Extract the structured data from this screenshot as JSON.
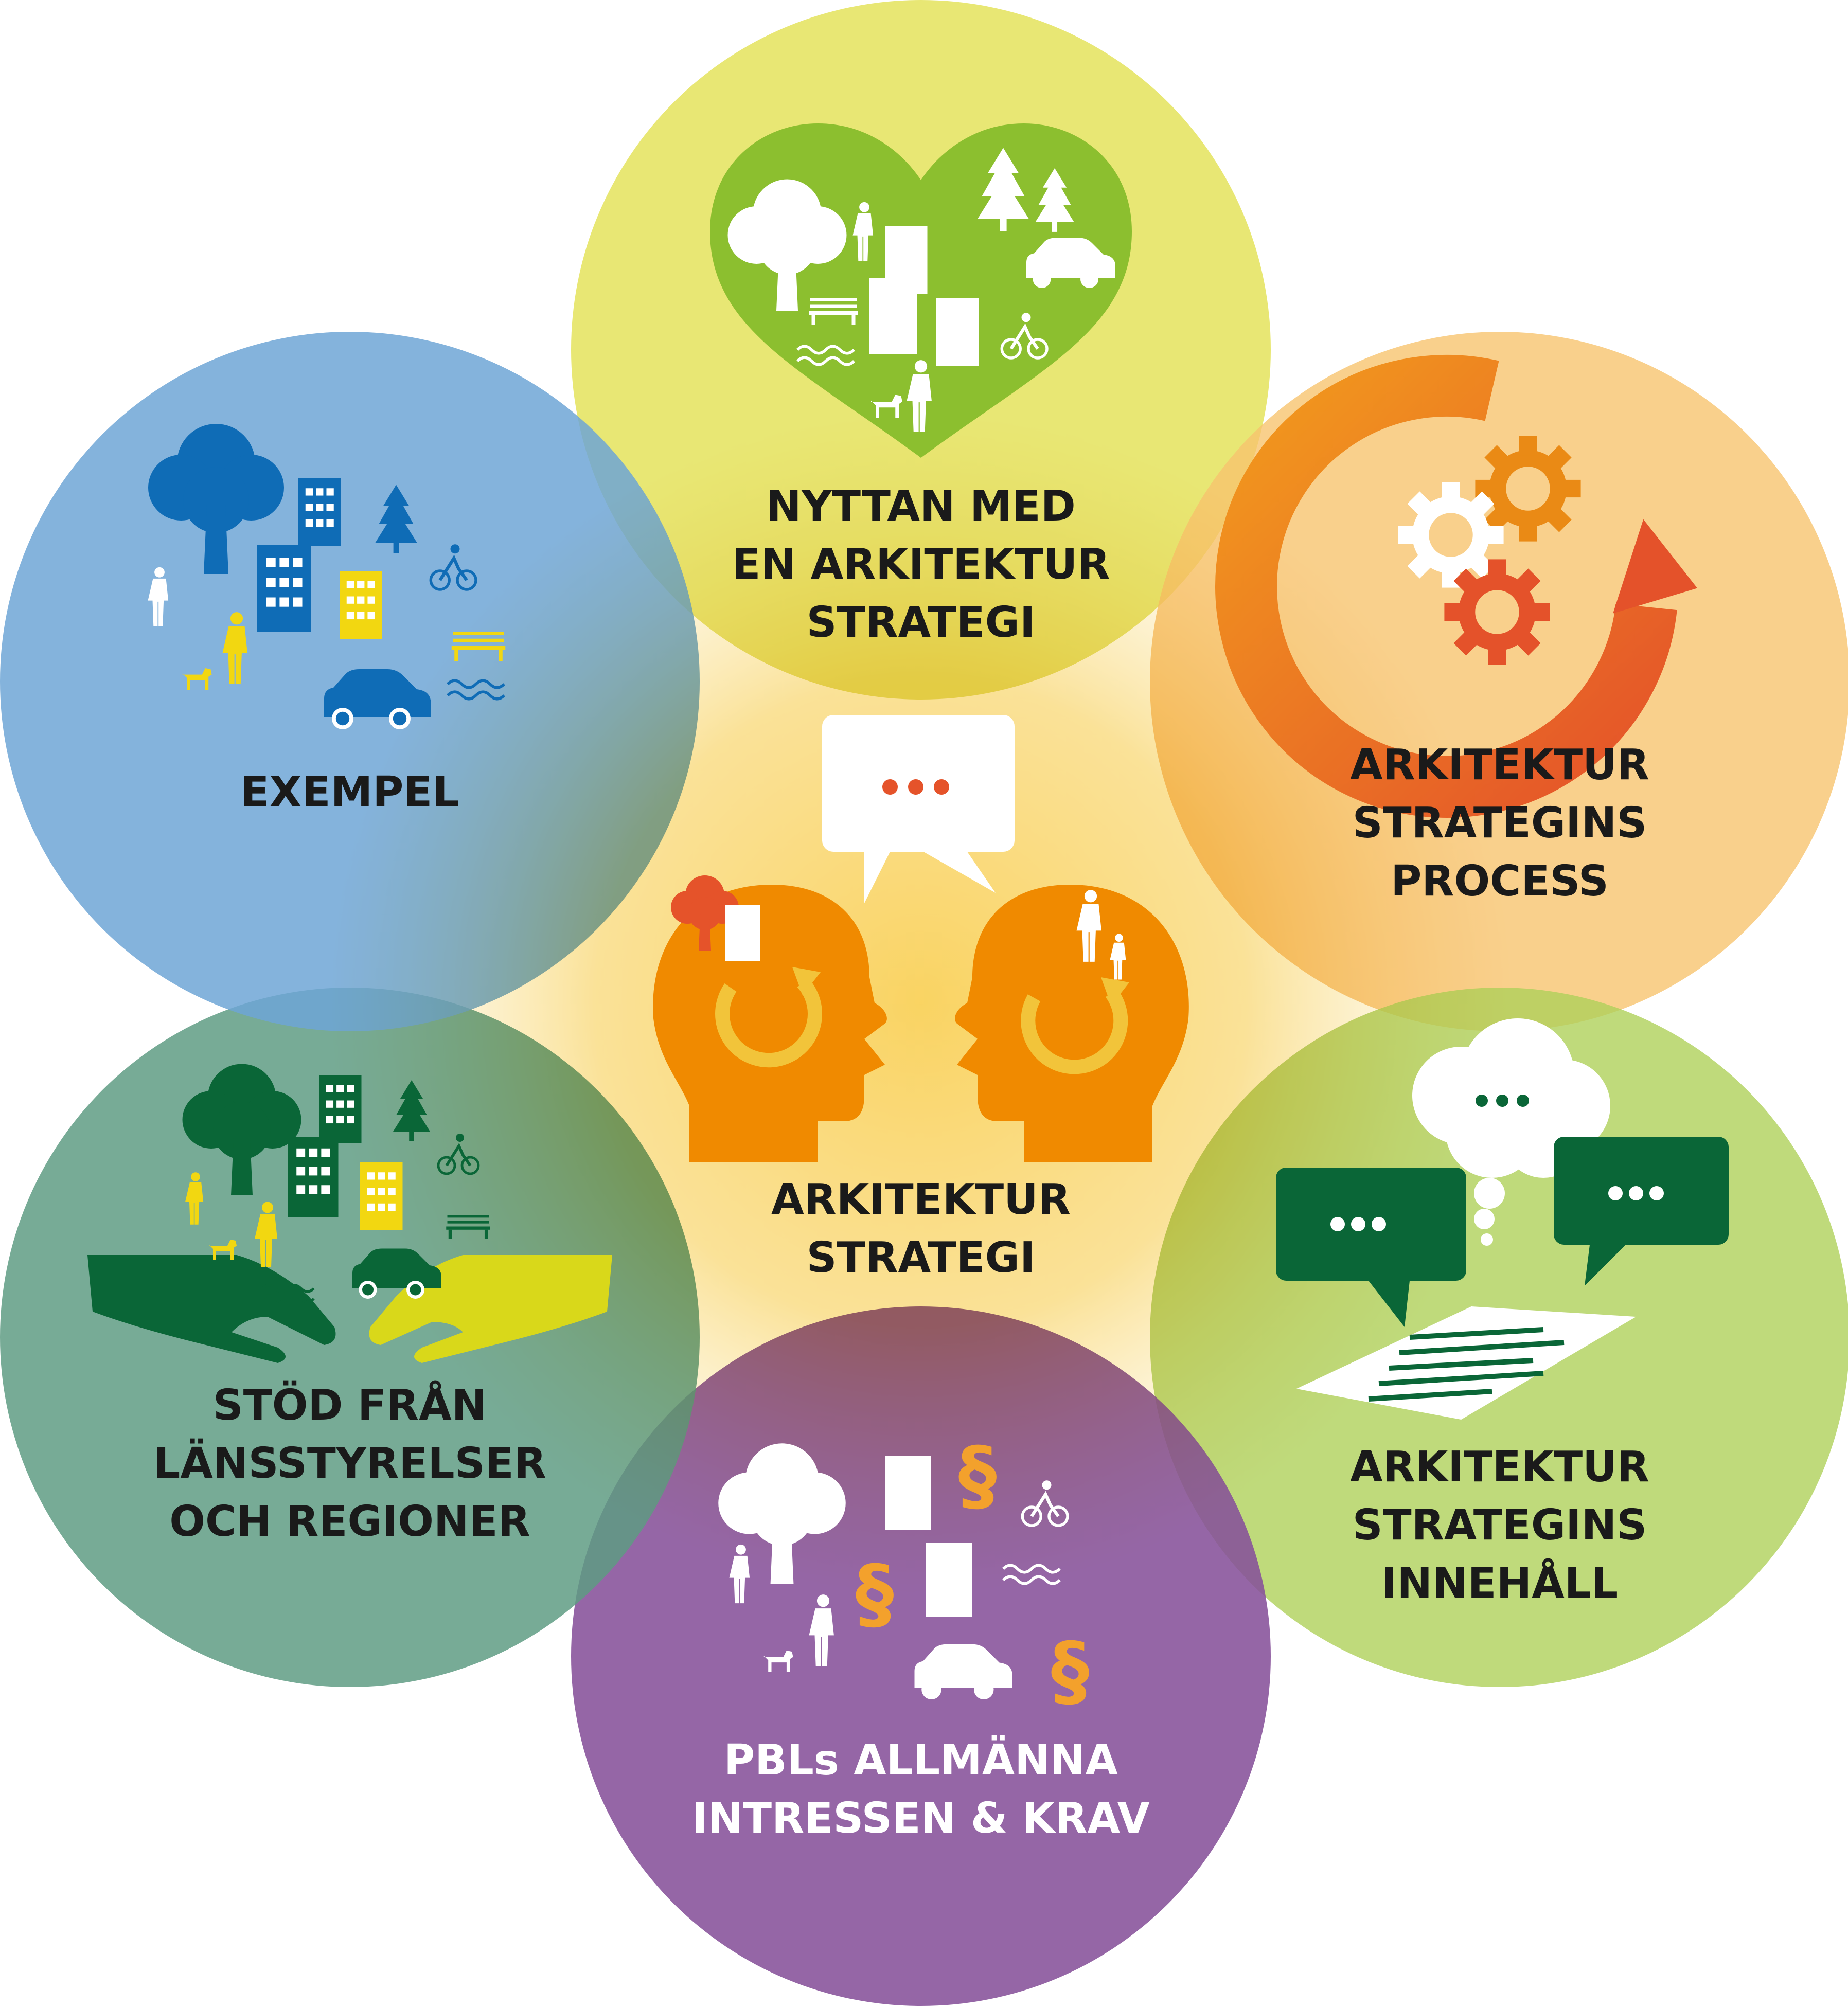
{
  "center": {
    "line1": "ARKITEKTUR",
    "line2": "STRATEGI"
  },
  "top": {
    "line1": "NYTTAN MED",
    "line2": "EN ARKITEKTUR",
    "line3": "STRATEGI"
  },
  "upper_right": {
    "line1": "ARKITEKTUR",
    "line2": "STRATEGINS",
    "line3": "PROCESS"
  },
  "lower_right": {
    "line1": "ARKITEKTUR",
    "line2": "STRATEGINS",
    "line3": "INNEHÅLL"
  },
  "bottom": {
    "line1": "PBLs ALLMÄNNA",
    "line2": "INTRESSEN & KRAV"
  },
  "lower_left": {
    "line1": "STÖD FRÅN",
    "line2": "LÄNSSTYRELSER",
    "line3": "OCH REGIONER"
  },
  "upper_left": {
    "line1": "EXEMPEL"
  },
  "colors": {
    "top_circle": "#e4e35c",
    "upper_right_circle": "#f8c46f",
    "lower_right_circle": "#afd15a",
    "bottom_circle": "#86519a",
    "lower_left_circle": "#5f9c84",
    "upper_left_circle": "#6ea6d6",
    "center_glow": "#f7c84a",
    "heart_green": "#8cbf2f",
    "head_orange": "#f08a00",
    "gear_orange": "#ea8a15",
    "gear_red": "#e4522a",
    "dark_green": "#0a6637",
    "blue_icons": "#0f6cb6",
    "yellow_icons": "#f2d711",
    "paragraph_orange": "#f3a12c",
    "dots_red": "#e5532a"
  },
  "icons": [
    "heart-icon",
    "tree-icon",
    "building-icon",
    "car-icon",
    "bicycle-icon",
    "person-icon",
    "dog-icon",
    "bench-icon",
    "wave-icon",
    "gear-icon",
    "cycle-arrow-icon",
    "head-icon",
    "speech-bubble-icon",
    "thought-cloud-icon",
    "document-icon",
    "hand-icon",
    "paragraph-icon",
    "pine-tree-icon",
    "street-lamp-icon"
  ]
}
